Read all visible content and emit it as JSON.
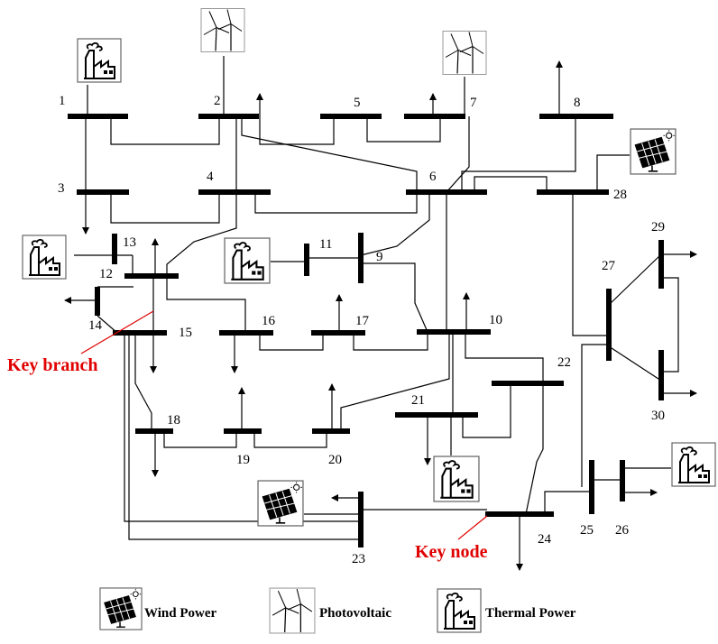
{
  "buses": {
    "b1": "1",
    "b2": "2",
    "b3": "3",
    "b4": "4",
    "b5": "5",
    "b6": "6",
    "b7": "7",
    "b8": "8",
    "b9": "9",
    "b10": "10",
    "b11": "11",
    "b12": "12",
    "b13": "13",
    "b14": "14",
    "b15": "15",
    "b16": "16",
    "b17": "17",
    "b18": "18",
    "b19": "19",
    "b20": "20",
    "b21": "21",
    "b22": "22",
    "b23": "23",
    "b24": "24",
    "b25": "25",
    "b26": "26",
    "b27": "27",
    "b28": "28",
    "b29": "29",
    "b30": "30"
  },
  "annotations": {
    "key_branch": "Key branch",
    "key_node": "Key node"
  },
  "legend": {
    "panel_label": "Wind Power",
    "turbine_label": "Photovoltaic",
    "plant_label": "Thermal Power"
  },
  "colors": {
    "line": "#000000",
    "highlight": "#e00000",
    "icon_border": "#666666"
  }
}
